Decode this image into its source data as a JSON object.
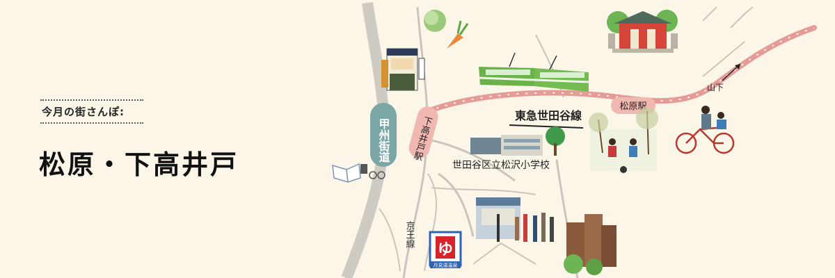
{
  "header": {
    "kicker": "今月の街さんぽ:",
    "title": "松原・下高井戸"
  },
  "map": {
    "labels": {
      "koshu_kaido": "甲州街道",
      "keio_line": "京王線",
      "tokyu_line": "東急世田谷線",
      "shimotakaido_station": "下高井戸駅",
      "matsubara_station": "松原駅",
      "school": "世田谷区立松沢小学校",
      "yamashita": "山下",
      "bathhouse_sign": "ゆ",
      "bathhouse_name": "月見湯温泉"
    },
    "colors": {
      "background": "#fbf6e8",
      "road": "#c9c5bd",
      "railway": "#e59c96",
      "koshu_badge": "#7aa7a5",
      "tram": "#6cb24a",
      "bath_blue": "#2d63b4",
      "bath_red": "#d8232a",
      "temple": "#d6443a"
    }
  }
}
